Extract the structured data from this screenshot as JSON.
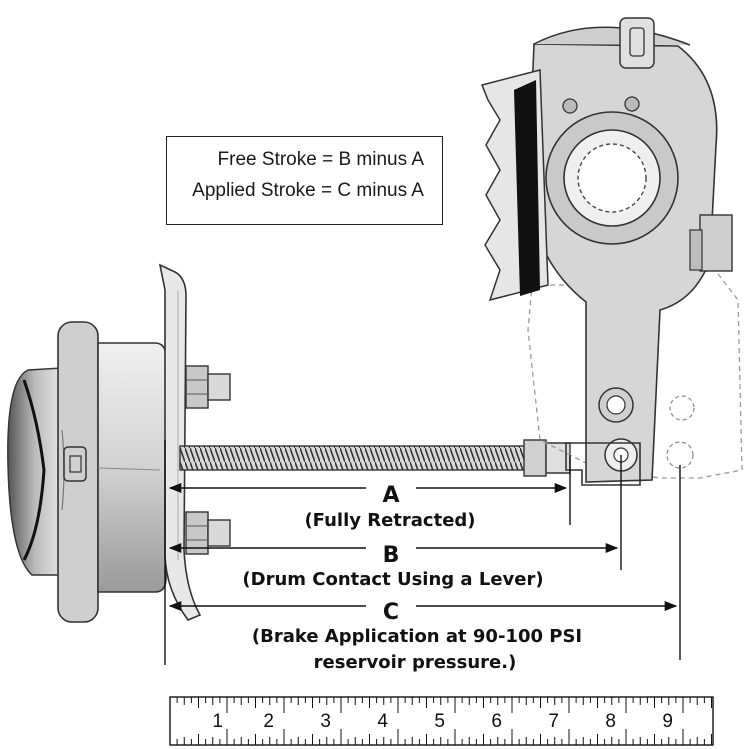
{
  "formula": {
    "free_stroke": "Free Stroke = B minus A",
    "applied_stroke": "Applied Stroke = C minus A"
  },
  "measurements": [
    {
      "letter": "A",
      "caption": "(Fully Retracted)"
    },
    {
      "letter": "B",
      "caption": "(Drum Contact Using a Lever)"
    },
    {
      "letter": "C",
      "caption_line1": "(Brake Application at 90-100 PSI",
      "caption_line2": "reservoir pressure.)"
    }
  ],
  "ruler": {
    "numbers": [
      "1",
      "2",
      "3",
      "4",
      "5",
      "6",
      "7",
      "8",
      "9"
    ]
  }
}
